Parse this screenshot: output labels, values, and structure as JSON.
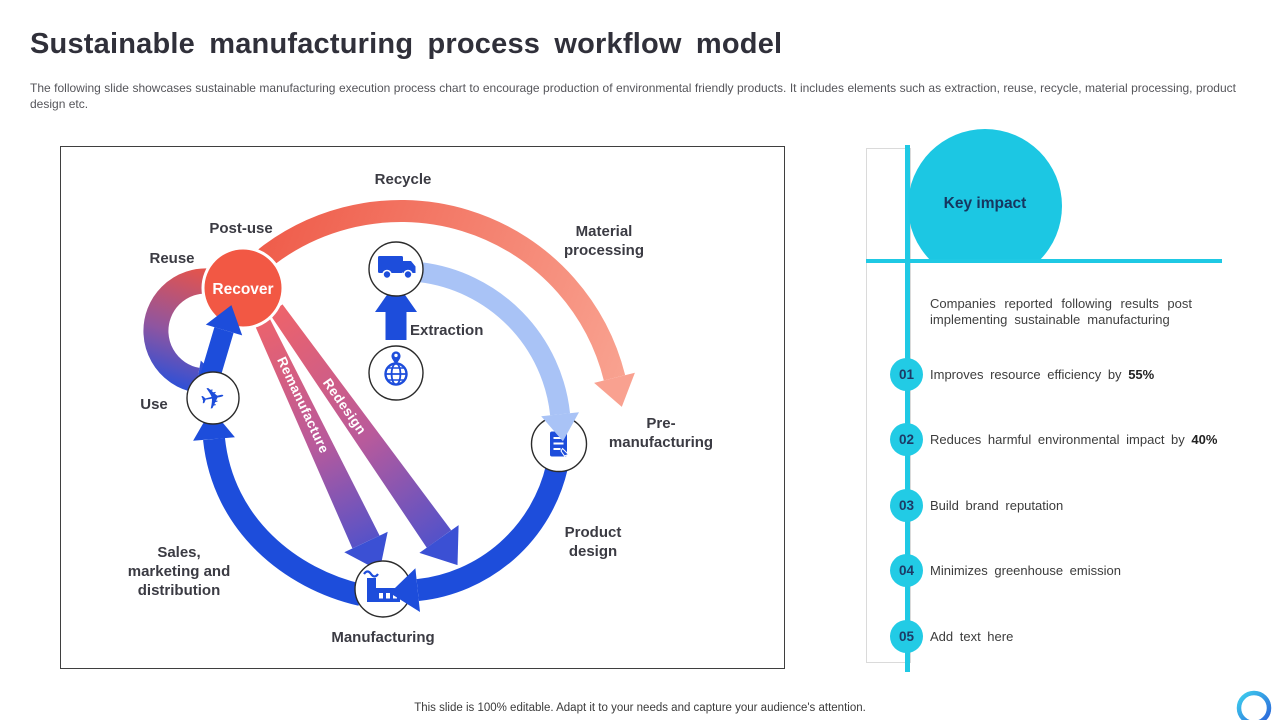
{
  "slide": {
    "title": "Sustainable manufacturing process workflow model",
    "subtitle": "The following slide showcases sustainable manufacturing execution process chart to encourage production of environmental friendly products. It includes elements such as extraction, reuse, recycle,  material processing, product design etc.",
    "footer": "This slide is 100% editable. Adapt it to your needs and capture your audience's attention."
  },
  "diagram": {
    "labels": {
      "recycle": "Recycle",
      "post_use": "Post-use",
      "reuse": "Reuse",
      "recover": "Recover",
      "material_processing_1": "Material",
      "material_processing_2": "processing",
      "extraction": "Extraction",
      "use": "Use",
      "pre_manufacturing_1": "Pre-",
      "pre_manufacturing_2": "manufacturing",
      "product_design_1": "Product",
      "product_design_2": "design",
      "sales_1": "Sales,",
      "sales_2": "marketing and",
      "sales_3": "distribution",
      "manufacturing": "Manufacturing",
      "redesign": "Redesign",
      "remanufacture": "Remanufacture"
    },
    "icons": {
      "plane_glyph": "✈"
    },
    "colors": {
      "primary_blue": "#1d4ddb",
      "light_blue": "#a9c3f6",
      "salmon": "#f4766b",
      "recover_red": "#f25844",
      "gradient_purple": "#b95a9b"
    }
  },
  "key_impact": {
    "title": "Key impact",
    "description": "Companies reported following results post implementing sustainable manufacturing",
    "accent_color": "#1fc9e4",
    "items": [
      {
        "number": "01",
        "text": "Improves resource efficiency by",
        "highlight": "55%"
      },
      {
        "number": "02",
        "text": "Reduces harmful environmental impact by",
        "highlight": "40%"
      },
      {
        "number": "03",
        "text": "Build brand reputation",
        "highlight": ""
      },
      {
        "number": "04",
        "text": "Minimizes greenhouse emission",
        "highlight": ""
      },
      {
        "number": "05",
        "text": "Add text here",
        "highlight": ""
      }
    ]
  }
}
